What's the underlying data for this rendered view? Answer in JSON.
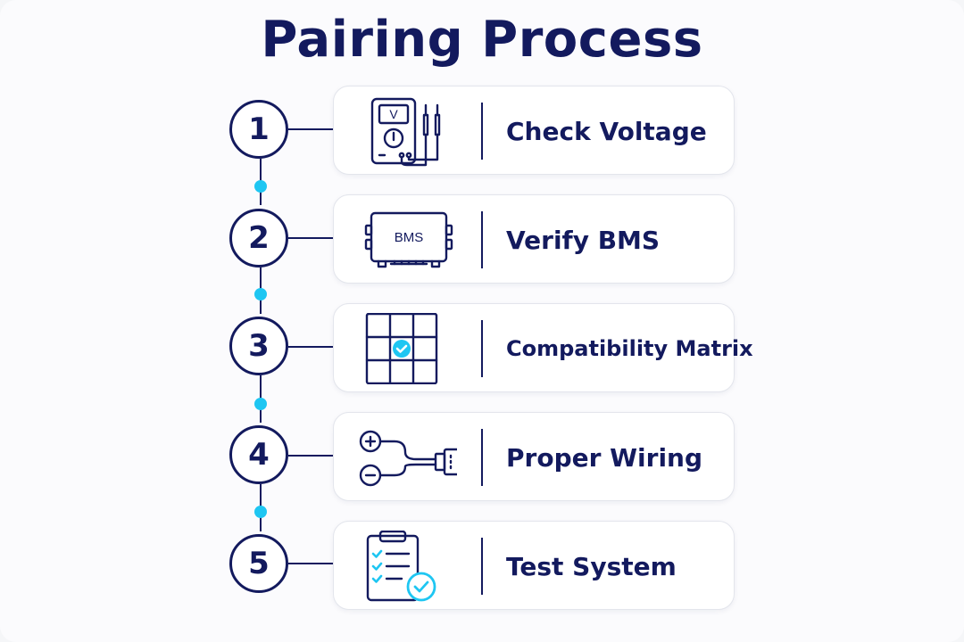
{
  "title": "Pairing Process",
  "colors": {
    "navy": "#131a5e",
    "accent": "#1ec6f2"
  },
  "steps": [
    {
      "number": "1",
      "label": "Check Voltage",
      "icon": "multimeter-icon",
      "icon_text": "V"
    },
    {
      "number": "2",
      "label": "Verify BMS",
      "icon": "bms-module-icon",
      "icon_text": "BMS"
    },
    {
      "number": "3",
      "label": "Compatibility Matrix",
      "icon": "grid-check-icon"
    },
    {
      "number": "4",
      "label": "Proper Wiring",
      "icon": "wiring-icon"
    },
    {
      "number": "5",
      "label": "Test System",
      "icon": "clipboard-check-icon"
    }
  ]
}
